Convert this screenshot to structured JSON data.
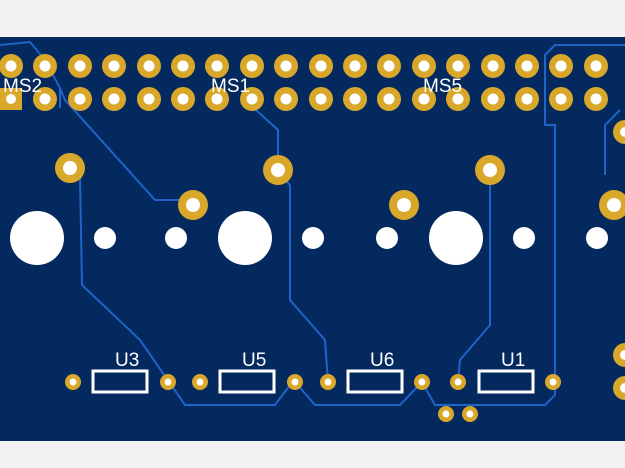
{
  "view": "PCB layout",
  "colors": {
    "background": "#f2f2f2",
    "board": "#04295f",
    "trace": "#1f64c8",
    "pad_ring": "#d9a82a",
    "pad_hole": "#ffffff",
    "silkscreen": "#ffffff"
  },
  "labels": {
    "ms2": "MS2",
    "ms1": "MS1",
    "ms5": "MS5",
    "u3": "U3",
    "u5": "U5",
    "u6": "U6",
    "u1": "U1"
  }
}
